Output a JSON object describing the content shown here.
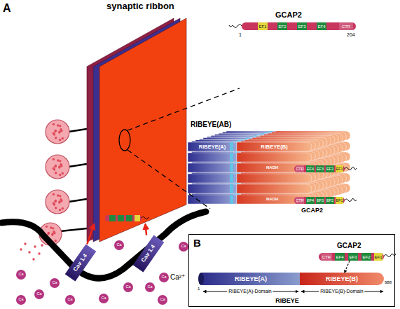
{
  "diagram": {
    "nodes": [
      {
        "text": [
          "synaptic ribbon"
        ]
      },
      {
        "text": [
          "GCAP2"
        ]
      },
      {
        "text": [
          "EF1"
        ],
        "in": 1
      },
      {
        "text": [
          "EF2"
        ],
        "in": 1
      },
      {
        "text": [
          "EF3"
        ],
        "in": 1
      },
      {
        "text": [
          "EF4"
        ],
        "in": 1
      },
      {
        "text": [
          "CTR"
        ],
        "in": 1
      },
      {
        "text": [
          "RIBEYE(AB)"
        ]
      },
      {
        "text": [
          "RIBEYE(A)"
        ],
        "in": 7
      },
      {
        "text": [
          "RIBEYE(B)"
        ],
        "in": 7
      },
      {
        "text": [
          "Cav 1.4"
        ]
      },
      {
        "text": [
          "Cav 1.4"
        ]
      },
      {
        "text": [
          "Ca"
        ]
      },
      {
        "text": [
          "Ca"
        ]
      },
      {
        "text": [
          "Ca"
        ]
      },
      {
        "text": [
          "Ca"
        ]
      },
      {
        "text": [
          "Ca"
        ]
      },
      {
        "text": [
          "Ca"
        ]
      },
      {
        "text": [
          "Ca"
        ]
      },
      {
        "text": [
          "Ca"
        ]
      },
      {
        "text": [
          "Ca"
        ]
      },
      {
        "text": [
          "Ca"
        ]
      },
      {
        "text": [
          "Ca"
        ]
      },
      {
        "text": [
          "Ca"
        ]
      },
      {
        "text": [
          "B"
        ]
      },
      {
        "text": [
          "GCAP2"
        ],
        "in": 24
      },
      {
        "text": [
          "CTR"
        ],
        "in": 25
      },
      {
        "text": [
          "EF4"
        ],
        "in": 25
      },
      {
        "text": [
          "EF3"
        ],
        "in": 25
      },
      {
        "text": [
          "EF2"
        ],
        "in": 25
      },
      {
        "text": [
          "EF1"
        ],
        "in": 25
      },
      {
        "text": [
          "RIBEYE(A)"
        ],
        "in": 24
      },
      {
        "text": [
          "RIBEYE(B)"
        ],
        "in": 24
      }
    ],
    "edges": [
      {
        "from": 10,
        "to": 0,
        "arrow": "to"
      },
      {
        "from": 11,
        "to": 0,
        "arrow": "to"
      },
      {
        "from": 25,
        "to": 32,
        "arrow": "to"
      }
    ],
    "labels": [
      "A",
      "1",
      "204",
      "NADH",
      "NADH",
      "CTR",
      "EF4",
      "EF3",
      "EF2",
      "EF1",
      "CTR",
      "EF4",
      "EF3",
      "EF2",
      "EF1",
      "GCAP2",
      "Ca²⁺",
      "1",
      "988",
      "RIBEYE(A)-Domain",
      "RIBEYE(B)-Domain",
      "RIBEYE"
    ]
  }
}
